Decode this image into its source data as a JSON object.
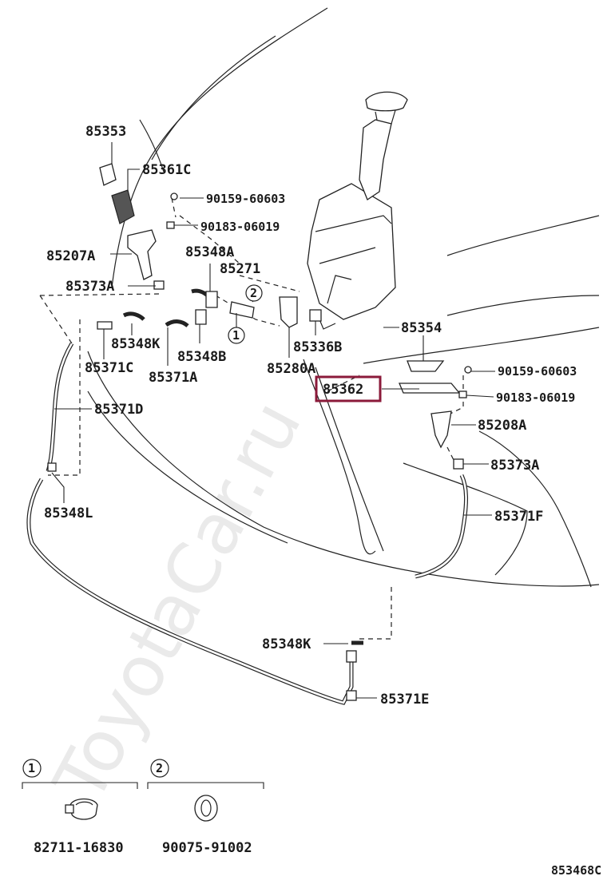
{
  "watermark": "ToyotaCar.ru",
  "diagram_code": "853468C",
  "highlighted_part": "85362",
  "callouts": {
    "c85353": "85353",
    "c85361c": "85361C",
    "c90159_a": "90159-60603",
    "c90183_a": "90183-06019",
    "c85207a": "85207A",
    "c85348a": "85348A",
    "c85271": "85271",
    "c85373a_l": "85373A",
    "c85348k_top": "85348K",
    "c85348b": "85348B",
    "c85371c": "85371C",
    "c85371a": "85371A",
    "c85336b": "85336B",
    "c85280a": "85280A",
    "c85354": "85354",
    "c90159_b": "90159-60603",
    "c85362": "85362",
    "c90183_b": "90183-06019",
    "c85208a": "85208A",
    "c85373a_r": "85373A",
    "c85371d": "85371D",
    "c85371f": "85371F",
    "c85348l": "85348L",
    "c85348k_bot": "85348K",
    "c85371e": "85371E"
  },
  "insets": [
    {
      "number": "1",
      "part": "82711-16830"
    },
    {
      "number": "2",
      "part": "90075-91002"
    }
  ],
  "ref_circles": {
    "one": "1",
    "two": "2"
  }
}
